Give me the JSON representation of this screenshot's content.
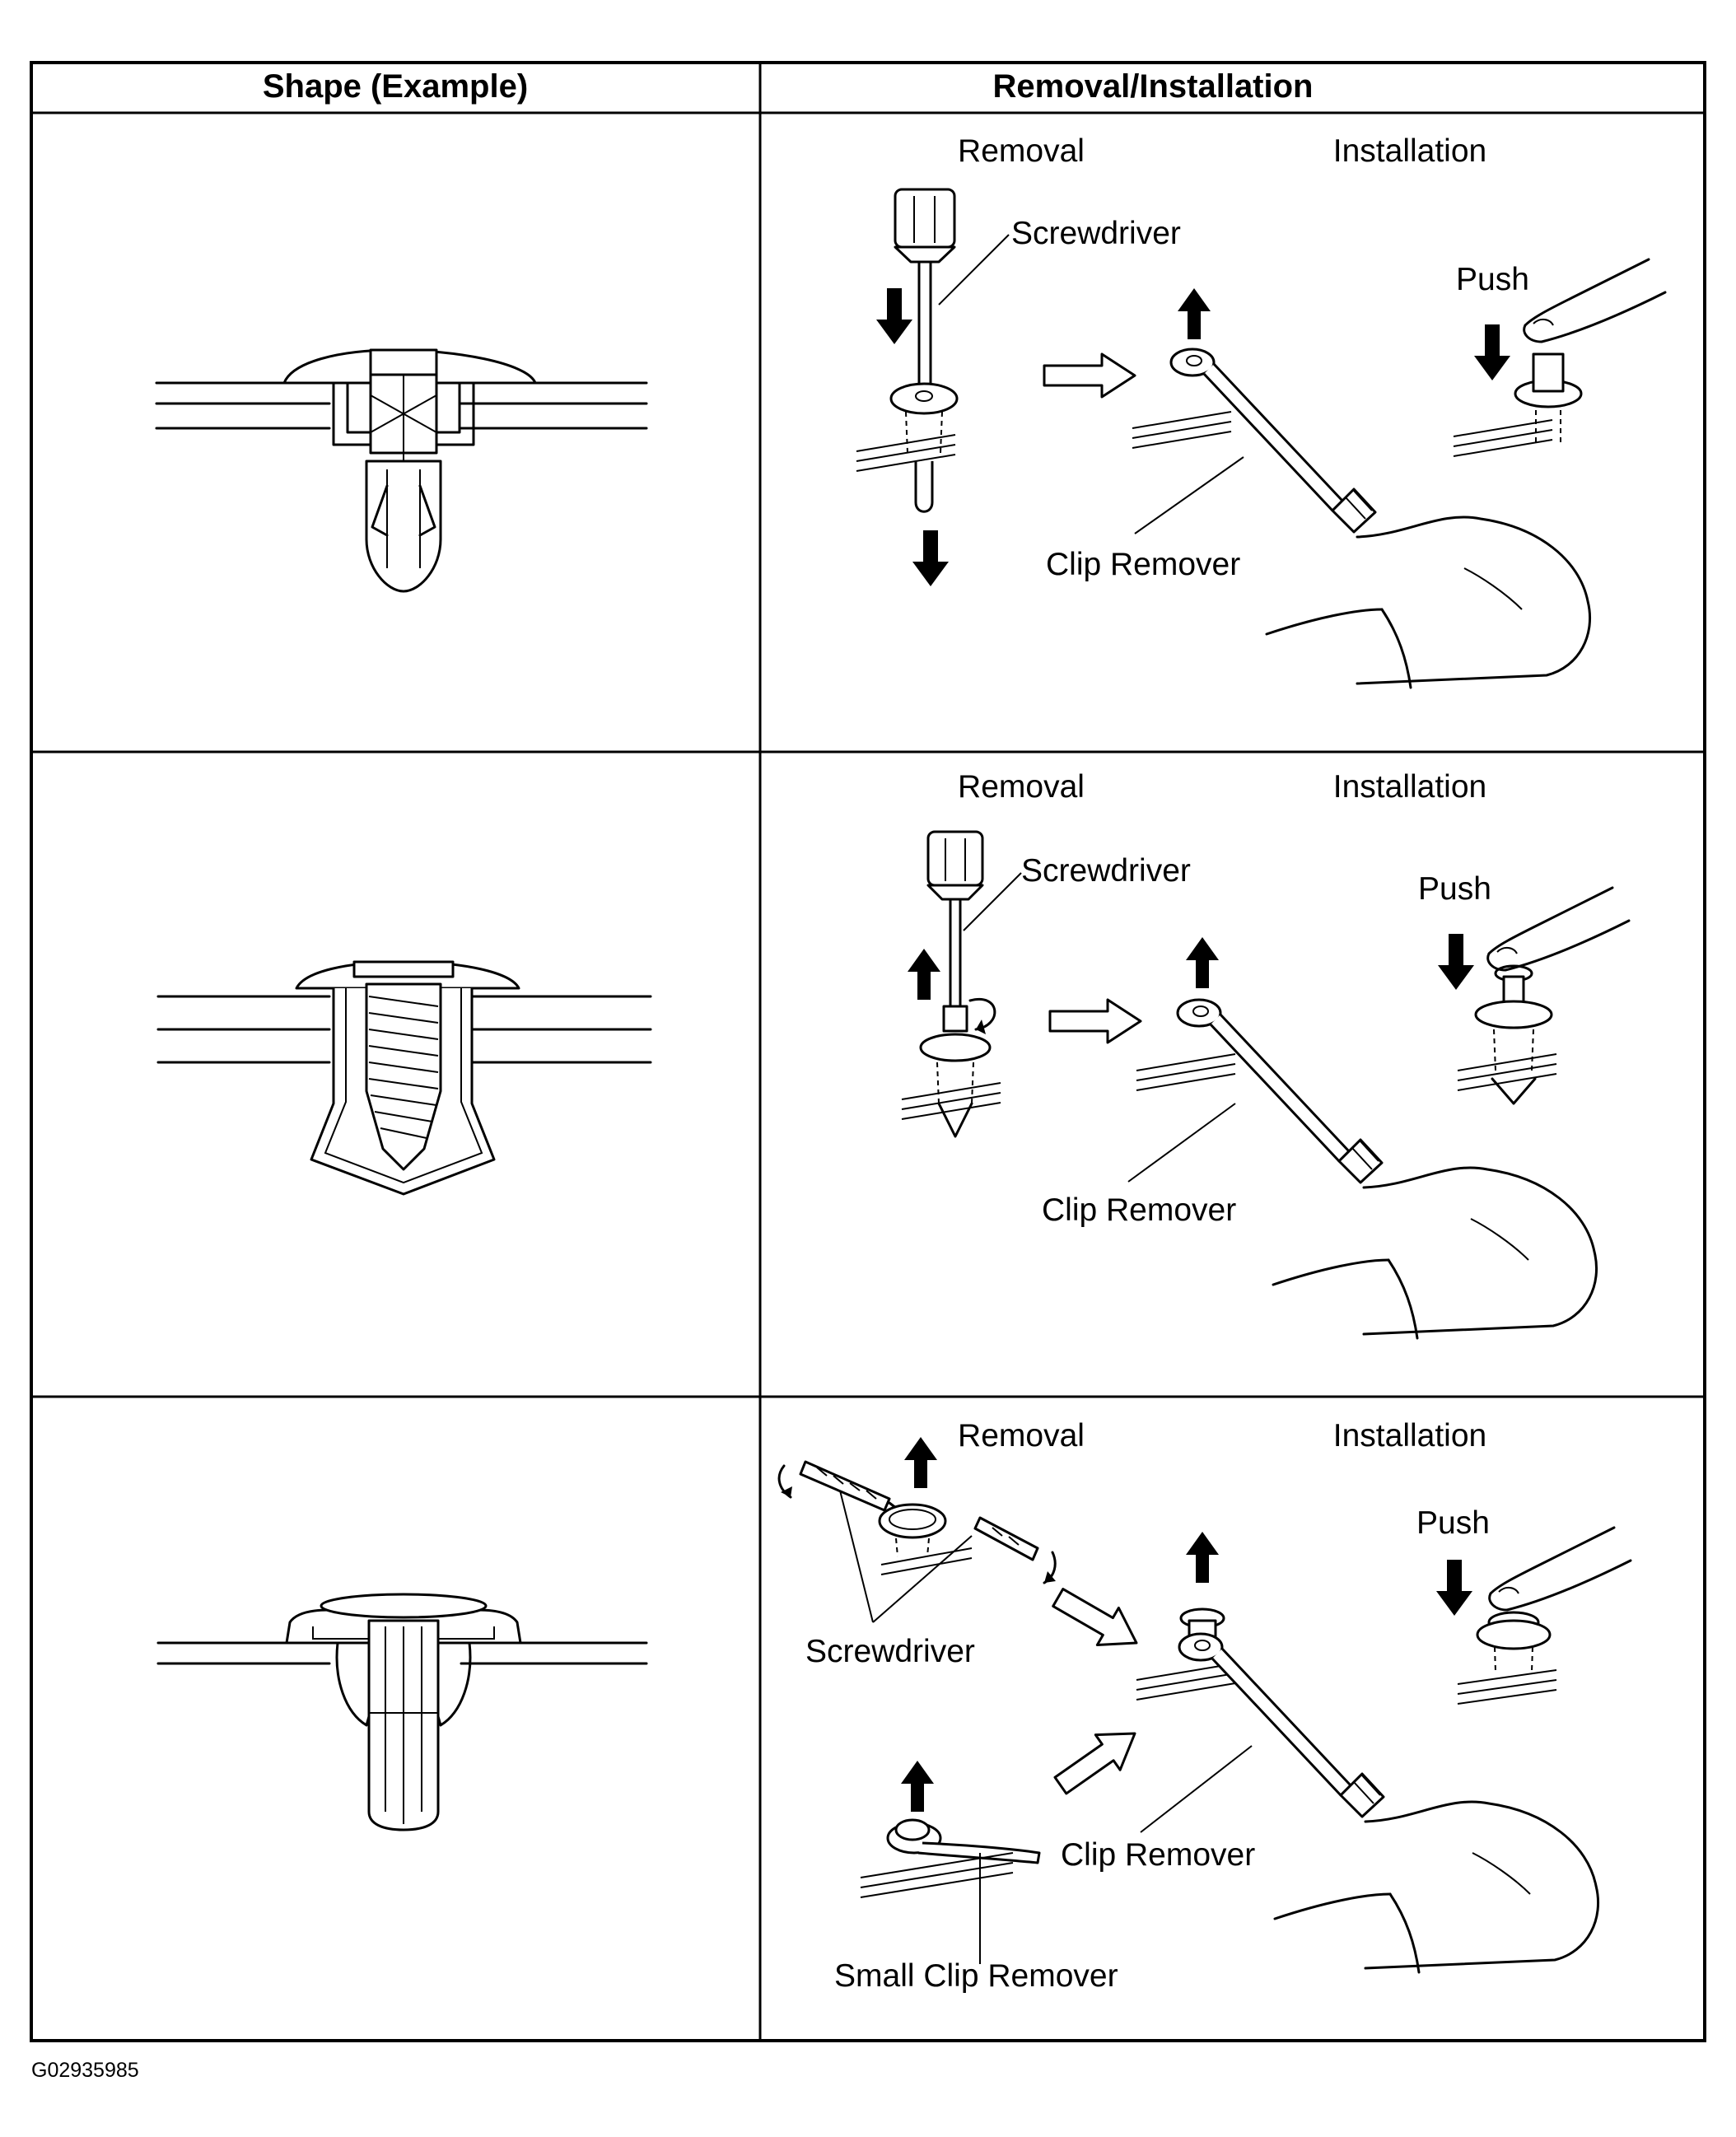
{
  "table": {
    "headers": {
      "shape": "Shape (Example)",
      "removal_installation": "Removal/Installation"
    },
    "rows": [
      {
        "removal": "Removal",
        "installation": "Installation",
        "screwdriver": "Screwdriver",
        "clip_remover": "Clip Remover",
        "push": "Push"
      },
      {
        "removal": "Removal",
        "installation": "Installation",
        "screwdriver": "Screwdriver",
        "clip_remover": "Clip Remover",
        "push": "Push"
      },
      {
        "removal": "Removal",
        "installation": "Installation",
        "screwdriver": "Screwdriver",
        "clip_remover": "Clip Remover",
        "push": "Push",
        "small_clip_remover": "Small Clip Remover"
      }
    ]
  },
  "figure_id": "G02935985"
}
